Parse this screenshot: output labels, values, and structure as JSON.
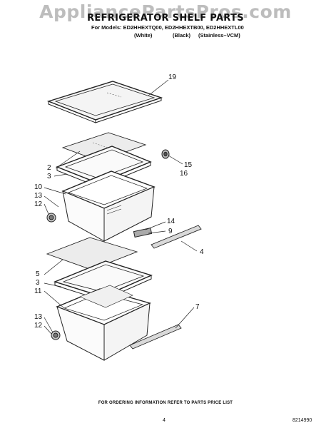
{
  "watermark": "AppliancePartsPros.com",
  "title": "REFRIGERATOR SHELF PARTS",
  "models_line": "For Models: ED2HHEXTQ00, ED2HHEXTB00, ED2HHEXTL00",
  "variants": [
    "(White)",
    "(Black)",
    "(Stainless–VCM)"
  ],
  "callouts": [
    "19",
    "2",
    "3",
    "15",
    "16",
    "10",
    "13",
    "12",
    "14",
    "9",
    "4",
    "5",
    "3",
    "11",
    "7",
    "13",
    "12"
  ],
  "footer": "FOR ORDERING INFORMATION REFER TO PARTS PRICE LIST",
  "page_number": "4",
  "document_number": "8214990"
}
